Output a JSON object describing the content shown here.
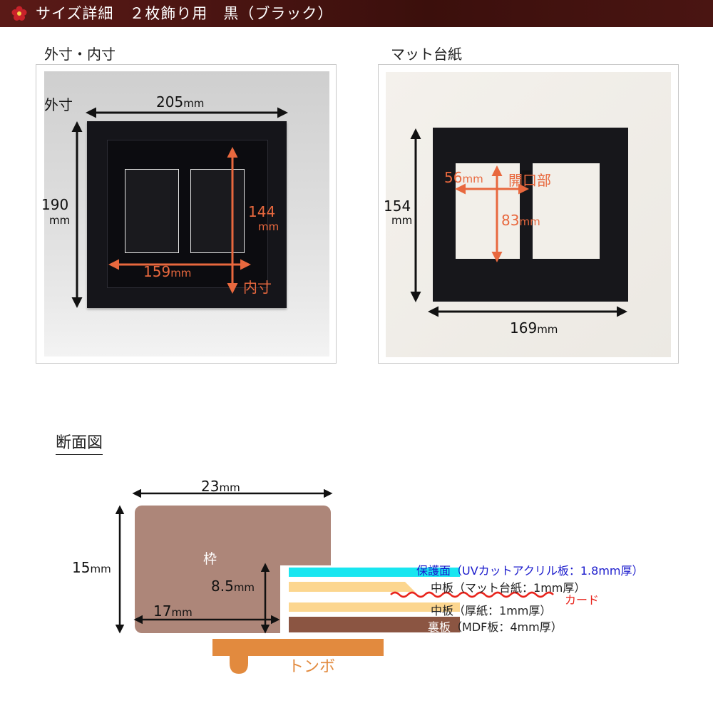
{
  "header": {
    "title": "サイズ詳細　２枚飾り用　黒（ブラック）",
    "logo_icon": "flower-icon"
  },
  "outer_panel": {
    "title": "外寸・内寸",
    "outer_label": "外寸",
    "width": "205",
    "width_unit": "mm",
    "height": "190",
    "height_unit": "mm",
    "inner_width": "159",
    "inner_width_unit": "mm",
    "inner_height": "144",
    "inner_height_unit": "mm",
    "inner_label": "内寸"
  },
  "mat_panel": {
    "title": "マット台紙",
    "height": "154",
    "height_unit": "mm",
    "width": "169",
    "width_unit": "mm",
    "opening_width": "56",
    "opening_width_unit": "mm",
    "opening_label": "開口部",
    "opening_height": "83",
    "opening_height_unit": "mm"
  },
  "cross_section": {
    "title": "断面図",
    "width": "23",
    "width_unit": "mm",
    "height": "15",
    "height_unit": "mm",
    "frame_label": "枠",
    "depth": "8.5",
    "depth_unit": "mm",
    "lip": "17",
    "lip_unit": "mm",
    "layers": [
      {
        "name": "保護面",
        "desc": "（UVカットアクリル板：1.8mm厚）"
      },
      {
        "name": "中板",
        "desc": "（マット台紙：1mm厚）"
      },
      {
        "name": "中板",
        "desc": "（厚紙：1mm厚）"
      },
      {
        "name": "裏板",
        "desc": "（MDF板：4mm厚）"
      }
    ],
    "card_label": "カード",
    "stand_label": "トンボ"
  },
  "colors": {
    "accent": "#e8683e",
    "frame": "#ad8679",
    "back_board": "#8b5542",
    "acrylic": "#19e6f0",
    "board": "#fcd68f",
    "stand": "#e28a3e",
    "blue_text": "#1a1acc",
    "red_text": "#e8231b"
  }
}
